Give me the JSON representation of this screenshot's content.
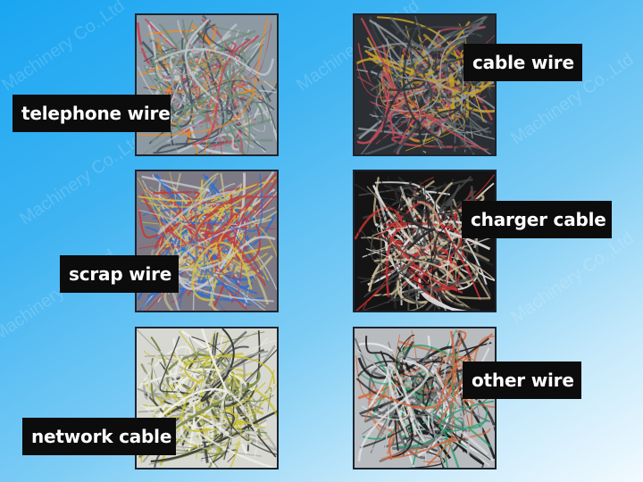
{
  "watermark": "Machinery Co.,Ltd",
  "items": [
    {
      "label": "telephone wire",
      "photo": "telephone-wire-pile",
      "colors": [
        "#8e9aa3",
        "#e88a2a",
        "#6f8c74",
        "#c2c7cc",
        "#c04a5a",
        "#4a5560"
      ]
    },
    {
      "label": "cable wire",
      "photo": "cable-wire-pile",
      "colors": [
        "#2b2f33",
        "#5f666c",
        "#9aa0a5",
        "#c9a12a",
        "#c04a5a",
        "#3e4448"
      ]
    },
    {
      "label": "scrap wire",
      "photo": "scrap-wire-pile",
      "colors": [
        "#7d7a86",
        "#b9b38a",
        "#2f6fd0",
        "#d8c040",
        "#c23b3b",
        "#c8c8cc"
      ]
    },
    {
      "label": "charger cable",
      "photo": "charger-cable-pile",
      "colors": [
        "#141414",
        "#2b2b2b",
        "#d9d9d9",
        "#c8b896",
        "#c23030",
        "#4a4a4a"
      ]
    },
    {
      "label": "network cable",
      "photo": "network-cable-pile",
      "colors": [
        "#d8d8d2",
        "#c8c030",
        "#3a3c38",
        "#9ea19a",
        "#efefe8",
        "#7c8a4a"
      ]
    },
    {
      "label": "other wire",
      "photo": "other-wire-pile",
      "colors": [
        "#b9bcbf",
        "#6a6e70",
        "#d06a40",
        "#2aa070",
        "#1c1c1c",
        "#e0e2e4"
      ]
    }
  ]
}
